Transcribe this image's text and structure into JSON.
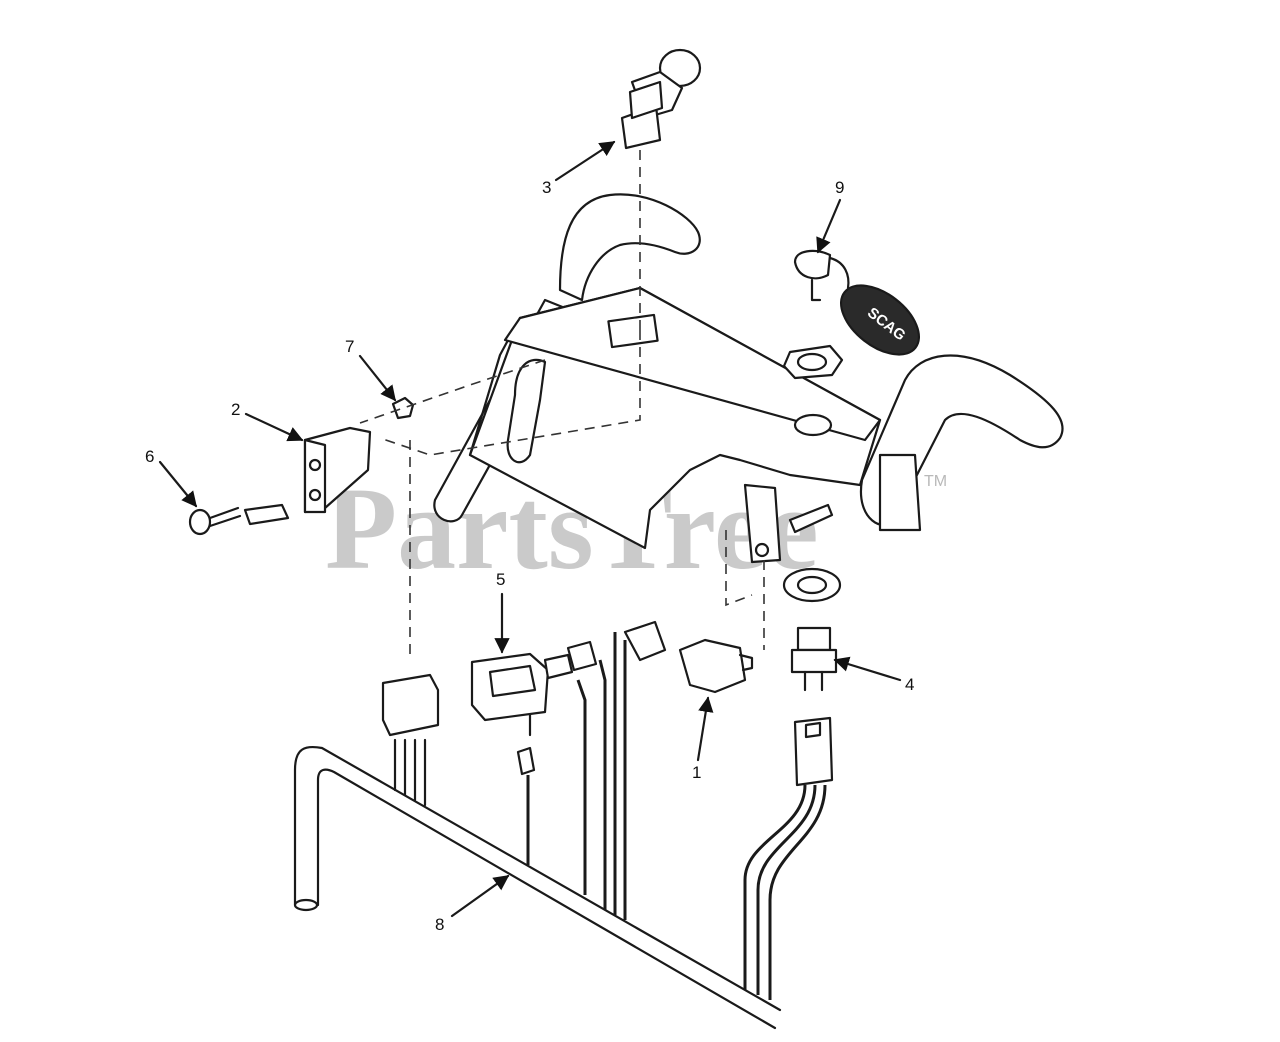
{
  "watermark": {
    "text": "PartsTree",
    "trademark": "TM"
  },
  "keyfob": {
    "brand": "SCAG"
  },
  "callouts": [
    {
      "id": "1",
      "text": "1"
    },
    {
      "id": "2",
      "text": "2"
    },
    {
      "id": "3",
      "text": "3"
    },
    {
      "id": "4",
      "text": "4"
    },
    {
      "id": "5",
      "text": "5"
    },
    {
      "id": "6",
      "text": "6"
    },
    {
      "id": "7",
      "text": "7"
    },
    {
      "id": "8",
      "text": "8"
    },
    {
      "id": "9",
      "text": "9"
    }
  ],
  "colors": {
    "line": "#1a1a1a",
    "watermark": "#b9b9b9",
    "background": "#ffffff"
  }
}
